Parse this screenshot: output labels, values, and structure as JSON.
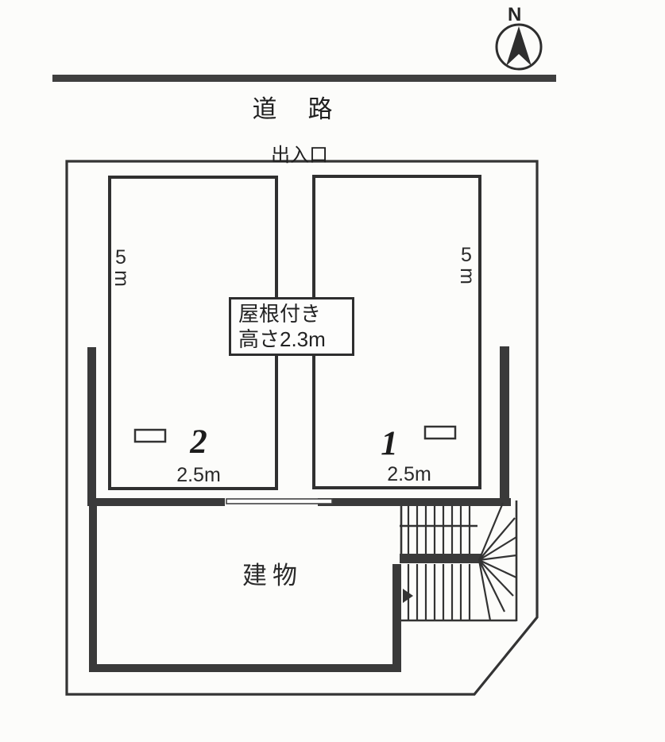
{
  "page": {
    "paper_color": "#fcfcfa",
    "ink_color": "#303030",
    "wall_color": "#3a3a3a"
  },
  "compass": {
    "label": "N"
  },
  "road": {
    "label": "道　路"
  },
  "site": {
    "entrance_label": "出入口"
  },
  "roof_note": {
    "line1": "屋根付き",
    "line2": "高さ2.3m"
  },
  "spaces": [
    {
      "number": "2",
      "depth_value": "5",
      "depth_unit": "m",
      "width_label": "2.5m"
    },
    {
      "number": "1",
      "depth_value": "5",
      "depth_unit": "m",
      "width_label": "2.5m"
    }
  ],
  "building": {
    "label": "建物"
  }
}
